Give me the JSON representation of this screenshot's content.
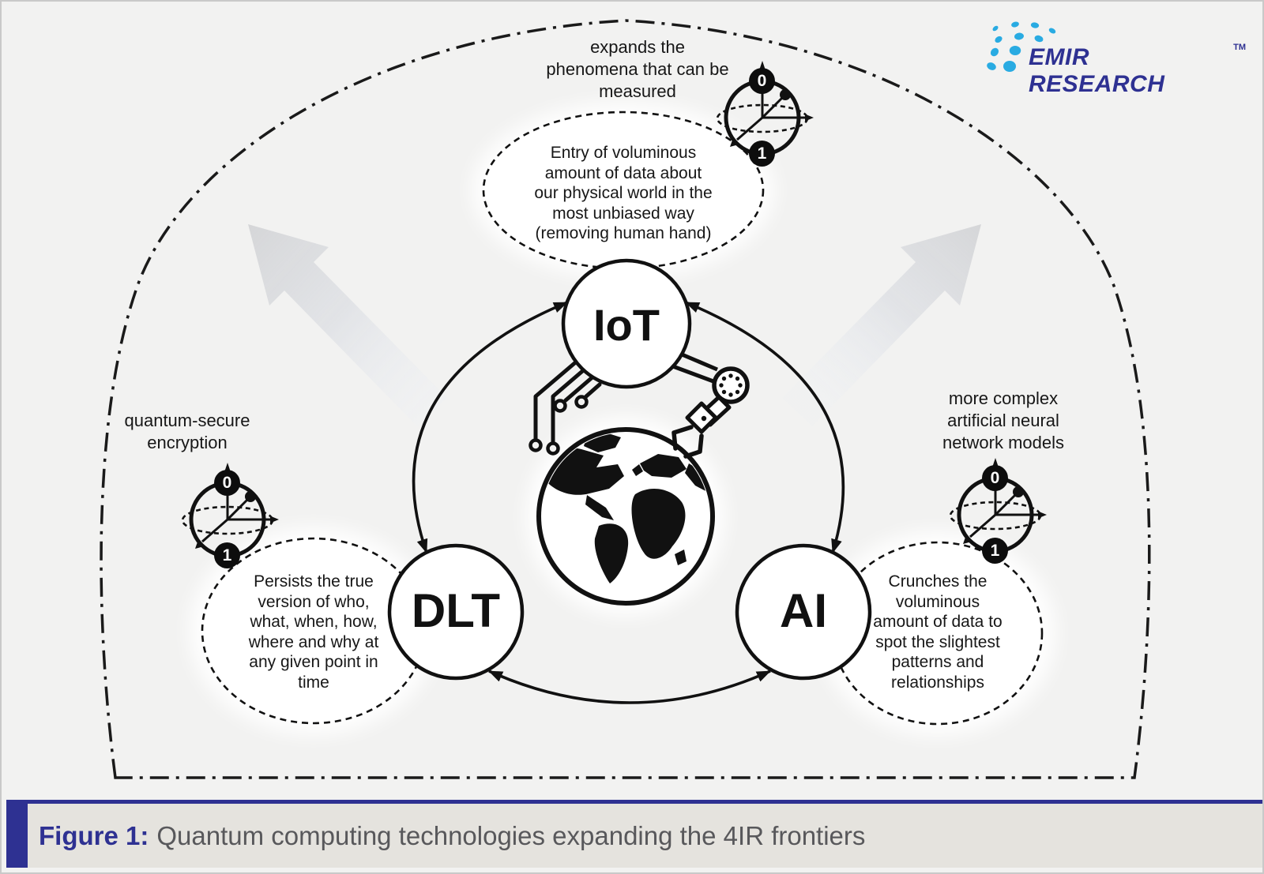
{
  "colors": {
    "navy": "#2e3192",
    "brand_blue": "#29abe2",
    "background": "#f2f2f1",
    "caption_bg": "#e5e3de",
    "ink": "#141414",
    "caption_text": "#58585b",
    "soft_arrow_gray": "#d6d7d9"
  },
  "logo": {
    "name": "EMIR RESEARCH",
    "trademark": "TM"
  },
  "qubit": {
    "zero": "0",
    "one": "1"
  },
  "nodes": {
    "iot": {
      "label": "IoT",
      "annotation": "expands the phenomena that can be measured",
      "annotation_lines": [
        "expands the",
        "phenomena that can be",
        "measured"
      ],
      "description": "Entry of voluminous amount of data about our physical world in the most unbiased way (removing human hand)",
      "description_lines": [
        "Entry of voluminous",
        "amount of data about",
        "our physical world in the",
        "most unbiased way",
        "(removing human hand)"
      ]
    },
    "dlt": {
      "label": "DLT",
      "annotation": "quantum-secure encryption",
      "annotation_lines": [
        "quantum-secure",
        "encryption"
      ],
      "description": "Persists the true version of who, what, when, how, where and why at any given point in time",
      "description_lines": [
        "Persists the true",
        "version of who,",
        "what, when, how,",
        "where and why at",
        "any given point in",
        "time"
      ]
    },
    "ai": {
      "label": "AI",
      "annotation": "more complex artificial neural network models",
      "annotation_lines": [
        "more complex",
        "artificial neural",
        "network models"
      ],
      "description": "Crunches the voluminous amount of data to spot the slightest patterns and relationships",
      "description_lines": [
        "Crunches the",
        "voluminous",
        "amount of data to",
        "spot the slightest",
        "patterns and",
        "relationships"
      ]
    }
  },
  "caption": {
    "prefix": "Figure 1:",
    "title": "Quantum computing technologies expanding the 4IR frontiers"
  }
}
